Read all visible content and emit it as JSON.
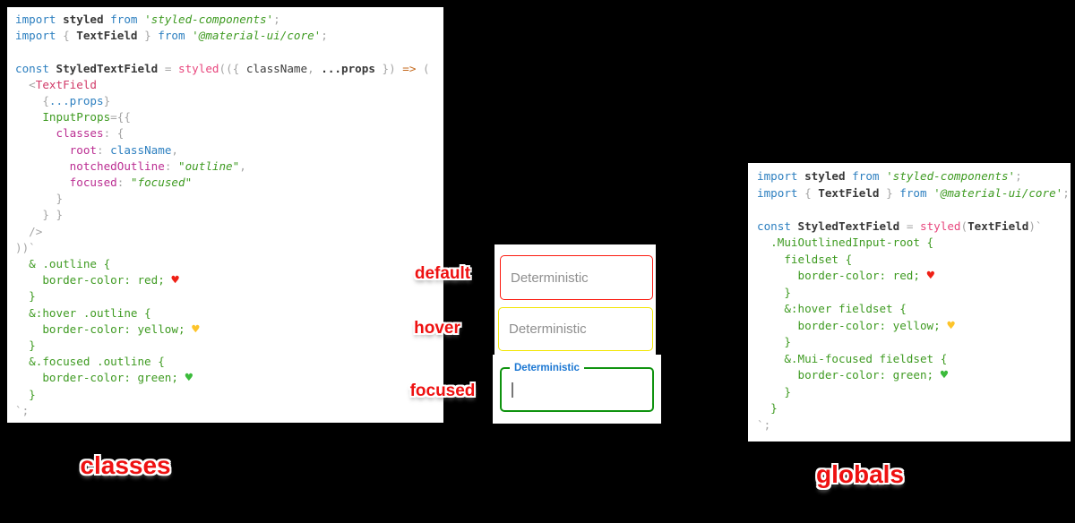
{
  "colors": {
    "background": "#000000",
    "keyword_blue": "#2e80c0",
    "string_green": "#3f9b22",
    "function_pink": "#e8477e",
    "property_magenta": "#bb2e92",
    "punctuation_gray": "#a5a5a5",
    "default_border": "#fb1b10",
    "hover_border": "#f2e600",
    "focused_border": "#0f930f",
    "focused_label_blue": "#1976d2",
    "caption_red": "#ee1111"
  },
  "left_code": {
    "lines": [
      [
        [
          "kw",
          "import "
        ],
        [
          "id",
          "styled "
        ],
        [
          "kw",
          "from "
        ],
        [
          "str",
          "'styled-components'"
        ],
        [
          "punc",
          ";"
        ]
      ],
      [
        [
          "kw",
          "import "
        ],
        [
          "punc",
          "{ "
        ],
        [
          "id",
          "TextField "
        ],
        [
          "punc",
          "} "
        ],
        [
          "kw",
          "from "
        ],
        [
          "str",
          "'@material-ui/core'"
        ],
        [
          "punc",
          ";"
        ]
      ],
      [],
      [
        [
          "kw",
          "const "
        ],
        [
          "id",
          "StyledTextField "
        ],
        [
          "punc",
          "= "
        ],
        [
          "fn",
          "styled"
        ],
        [
          "punc",
          "(({ "
        ],
        [
          "plain",
          "className"
        ],
        [
          "punc",
          ", "
        ],
        [
          "id",
          "...props "
        ],
        [
          "punc",
          "}) "
        ],
        [
          "op",
          "=> "
        ],
        [
          "punc",
          "("
        ]
      ],
      [
        [
          "punc",
          "  <"
        ],
        [
          "tag",
          "TextField"
        ]
      ],
      [
        [
          "punc",
          "    {"
        ],
        [
          "var",
          "...props"
        ],
        [
          "punc",
          "}"
        ]
      ],
      [
        [
          "attr",
          "    InputProps"
        ],
        [
          "punc",
          "={{"
        ]
      ],
      [
        [
          "prop",
          "      classes"
        ],
        [
          "punc",
          ": {"
        ]
      ],
      [
        [
          "prop",
          "        root"
        ],
        [
          "punc",
          ": "
        ],
        [
          "var",
          "className"
        ],
        [
          "punc",
          ","
        ]
      ],
      [
        [
          "prop",
          "        notchedOutline"
        ],
        [
          "punc",
          ": "
        ],
        [
          "str",
          "\"outline\""
        ],
        [
          "punc",
          ","
        ]
      ],
      [
        [
          "prop",
          "        focused"
        ],
        [
          "punc",
          ": "
        ],
        [
          "str",
          "\"focused\""
        ]
      ],
      [
        [
          "punc",
          "      }"
        ]
      ],
      [
        [
          "punc",
          "    } }"
        ]
      ],
      [
        [
          "punc",
          "  />"
        ]
      ],
      [
        [
          "punc",
          "))`"
        ]
      ],
      [
        [
          "css",
          "  & .outline {"
        ]
      ],
      [
        [
          "css",
          "    border-color: red; "
        ],
        [
          "heart-red",
          "♥"
        ]
      ],
      [
        [
          "css",
          "  }"
        ]
      ],
      [
        [
          "css",
          "  &:hover .outline {"
        ]
      ],
      [
        [
          "css",
          "    border-color: yellow; "
        ],
        [
          "heart-yellow",
          "♥"
        ]
      ],
      [
        [
          "css",
          "  }"
        ]
      ],
      [
        [
          "css",
          "  &.focused .outline {"
        ]
      ],
      [
        [
          "css",
          "    border-color: green; "
        ],
        [
          "heart-green",
          "♥"
        ]
      ],
      [
        [
          "css",
          "  }"
        ]
      ],
      [
        [
          "punc",
          "`;"
        ]
      ]
    ]
  },
  "right_code": {
    "lines": [
      [
        [
          "kw",
          "import "
        ],
        [
          "id",
          "styled "
        ],
        [
          "kw",
          "from "
        ],
        [
          "str",
          "'styled-components'"
        ],
        [
          "punc",
          ";"
        ]
      ],
      [
        [
          "kw",
          "import "
        ],
        [
          "punc",
          "{ "
        ],
        [
          "id",
          "TextField "
        ],
        [
          "punc",
          "} "
        ],
        [
          "kw",
          "from "
        ],
        [
          "str",
          "'@material-ui/core'"
        ],
        [
          "punc",
          ";"
        ]
      ],
      [],
      [
        [
          "kw",
          "const "
        ],
        [
          "id",
          "StyledTextField "
        ],
        [
          "punc",
          "= "
        ],
        [
          "fn",
          "styled"
        ],
        [
          "punc",
          "("
        ],
        [
          "id",
          "TextField"
        ],
        [
          "punc",
          ")`"
        ]
      ],
      [
        [
          "css",
          "  .MuiOutlinedInput-root {"
        ]
      ],
      [
        [
          "css",
          "    fieldset {"
        ]
      ],
      [
        [
          "css",
          "      border-color: red; "
        ],
        [
          "heart-red",
          "♥"
        ]
      ],
      [
        [
          "css",
          "    }"
        ]
      ],
      [
        [
          "css",
          "    &:hover fieldset {"
        ]
      ],
      [
        [
          "css",
          "      border-color: yellow; "
        ],
        [
          "heart-yellow",
          "♥"
        ]
      ],
      [
        [
          "css",
          "    }"
        ]
      ],
      [
        [
          "css",
          "    &.Mui-focused fieldset {"
        ]
      ],
      [
        [
          "css",
          "      border-color: green; "
        ],
        [
          "heart-green",
          "♥"
        ]
      ],
      [
        [
          "css",
          "    }"
        ]
      ],
      [
        [
          "css",
          "  }"
        ]
      ],
      [
        [
          "punc",
          "`;"
        ]
      ]
    ]
  },
  "states": {
    "default": {
      "label": "default",
      "placeholder": "Deterministic"
    },
    "hover": {
      "label": "hover",
      "placeholder": "Deterministic"
    },
    "focused": {
      "label": "focused",
      "field_label": "Deterministic",
      "value": ""
    }
  },
  "captions": {
    "left": "classes",
    "right": "globals"
  }
}
